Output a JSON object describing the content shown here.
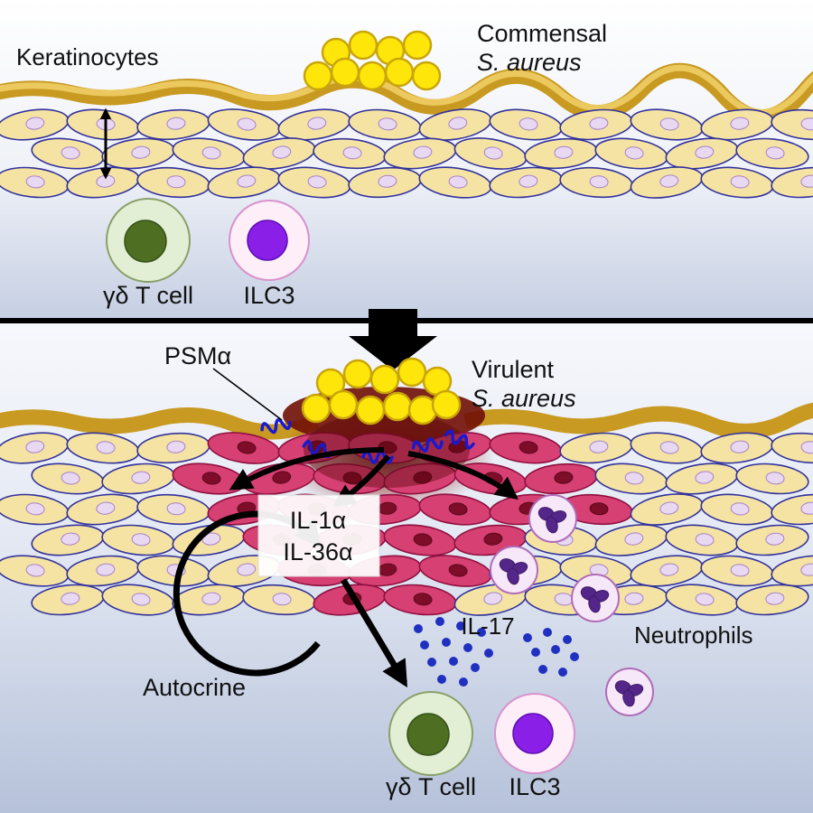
{
  "figure": {
    "top_panel": {
      "keratinocytes_label": "Keratinocytes",
      "commensal_line1": "Commensal",
      "commensal_line2": "S. aureus",
      "gdt_label": "γδ T cell",
      "ilc3_label": "ILC3"
    },
    "bottom_panel": {
      "psma_label": "PSMα",
      "virulent_line1": "Virulent",
      "virulent_line2": "S. aureus",
      "il1a_label": "IL-1α",
      "il36a_label": "IL-36α",
      "autocrine_label": "Autocrine",
      "il17_label": "IL-17",
      "neutrophils_label": "Neutrophils",
      "gdt_label": "γδ T cell",
      "ilc3_label": "ILC3"
    },
    "colors": {
      "bacteria": "#ffe60a",
      "bacteria_outline": "#c9a50a",
      "keratinocyte": "#f5e3a4",
      "keratinocyte_nucleus": "#e9d8f2",
      "keratinocyte_outline": "#32329a",
      "inflamed_cell": "#d64072",
      "inflamed_nucleus": "#7d0d28",
      "gdt_outer": "#e2efd4",
      "gdt_nucleus": "#4e6e22",
      "ilc3_outer": "#fdeef8",
      "ilc3_nucleus": "#8a1fe8",
      "neutrophil_body": "#f6e8f8",
      "neutrophil_nucleus": "#55268a",
      "il17_dot": "#2030c0",
      "psm_alpha": "#1919cf",
      "crust": "#c89a22",
      "arrow": "#000000"
    }
  }
}
